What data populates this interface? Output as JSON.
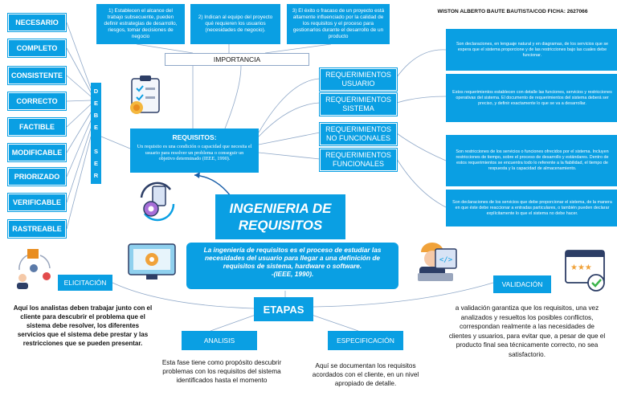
{
  "author": "WISTON ALBERTO BAUTE BAUTISTA/COD FICHA: 2627066",
  "title_line1": "INGENIERIA DE",
  "title_line2": "REQUISITOS",
  "definition": "La ingeniería de requisitos es el proceso de estudiar las necesidades del usuario para llegar a una definición de requisitos de sistema, hardware o software.",
  "definition_ref": "-(IEEE, 1990).",
  "requisitos": {
    "heading": "REQUISITOS:",
    "body": "Un requisito es una condición o capacidad que necesita el usuario para resolver un problema o conseguir un objetivo determinado (IEEE, 1990)."
  },
  "debe_ser": [
    "D",
    "E",
    "B",
    "E",
    "",
    "S",
    "E",
    "R"
  ],
  "attributes": [
    "NECESARIO",
    "COMPLETO",
    "CONSISTENTE",
    "CORRECTO",
    "FACTIBLE",
    "MODIFICABLE",
    "PRIORIZADO",
    "VERIFICABLE",
    "RASTREABLE"
  ],
  "importancia": {
    "label": "IMPORTANCIA",
    "items": [
      "1) Establecen el alcance del trabajo subsecuente, pueden definir estrategias de desarrollo, riesgos, tomar decisiones de negocio",
      "2) Indican al equipo del proyecto qué requieren los usuarios (necesidades de negocio).",
      "3) El éxito o fracaso de un proyecto está altamente influenciado por la calidad de los requisitos y el proceso para gestionarlos durante el desarrollo de un producto"
    ]
  },
  "tipos": [
    {
      "label": "REQUERIMIENTOS USUARIO",
      "desc": "Son declaraciones, en lenguaje natural y en diagramas, de los servicios que se espera que el sistema proporcione y de las restricciones bajo las cuales debe funcionar."
    },
    {
      "label": "REQUERIMIENTOS SISTEMA",
      "desc": "Estos requerimientos establecen con detalle las funciones, servicios y restricciones operativas del sistema. El documento de requerimientos del sistema deberá ser preciso, y definir exactamente lo que se va a desarrollar."
    },
    {
      "label": "REQUERIMIENTOS NO FUNCIONALES",
      "desc": "Son restricciones de los servicios o funciones ofrecidos por el sistema. Incluyen restricciones de tiempo, sobre el proceso de desarrollo y estándares. Dentro de estos requerimientos se encuentra todo lo referente a la fiabilidad, el tiempo de respuesta y la capacidad de almacenamiento."
    },
    {
      "label": "REQUERIMIENTOS FUNCIONALES",
      "desc": "Son declaraciones de los servicios que debe proporcionar el sistema, de la manera en que éste debe reaccionar a entradas particulares, o también pueden declarar explícitamente lo que el sistema no debe hacer."
    }
  ],
  "etapas": {
    "label": "ETAPAS",
    "elicitacion": {
      "label": "ELICITACIÓN",
      "text": "Aquí los analistas deben trabajar junto con el cliente para descubrir el problema que el sistema debe resolver, los diferentes servicios que el sistema debe prestar y las restricciones que se pueden presentar."
    },
    "analisis": {
      "label": "ANALISIS",
      "text": "Esta fase tiene como propósito descubrir problemas con los requisitos del sistema identificados hasta el momento"
    },
    "especificacion": {
      "label": "ESPECIFICACIÓN",
      "text": "Aquí se documentan los requisitos acordados con el cliente, en un nivel apropiado de detalle."
    },
    "validacion": {
      "label": "VALIDACIÓN",
      "text": "a validación garantiza que los requisitos, una vez analizados y resueltos los posibles conflictos, correspondan realmente a las necesidades de clientes y usuarios, para evitar que, a pesar de que el producto final sea técnicamente correcto, no sea satisfactorio."
    }
  },
  "colors": {
    "primary": "#0a9fe3",
    "title_bg": "#0a9fe3",
    "lines": "#8fa8c8"
  }
}
